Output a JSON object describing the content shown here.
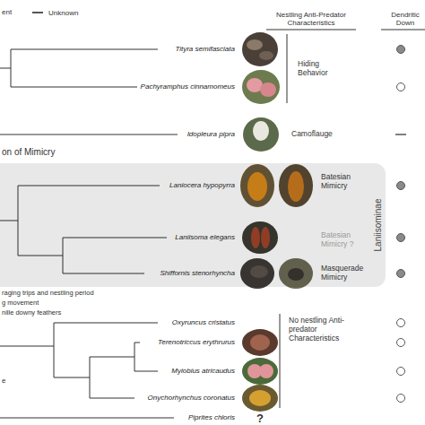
{
  "diagram": {
    "nodes": [
      {
        "text": [
          "Laniisominae"
        ]
      }
    ],
    "labels": [
      "ent",
      "Nestling Anti-Predator Characteristics",
      "Dendritic Down",
      "Tityra semifasciata",
      "Hiding Behavior",
      "Pachyramphus cinnamomeus",
      "on of Mimicry",
      "Idopleura pipra",
      "Camoflauge",
      "Laniocera hypopyrra",
      "Batesian Mimicry",
      "Laniisoma elegans",
      "Batesian Mimicry ?",
      "Shiffornis stenorhyncha",
      "Masquerade Mimicry",
      "raging trips and nestling period",
      "g movement",
      "nille downy feathers",
      "Oxyruncus cristatus",
      "No nestling Anti-predator Characteristics",
      "Terenotriccus erythrurus",
      "Myiobius atricaudus",
      "e",
      "Onychorhynchus coronatus",
      "Piprites chloris",
      "?"
    ],
    "legend": [
      {
        "text": "Unknown"
      }
    ]
  }
}
